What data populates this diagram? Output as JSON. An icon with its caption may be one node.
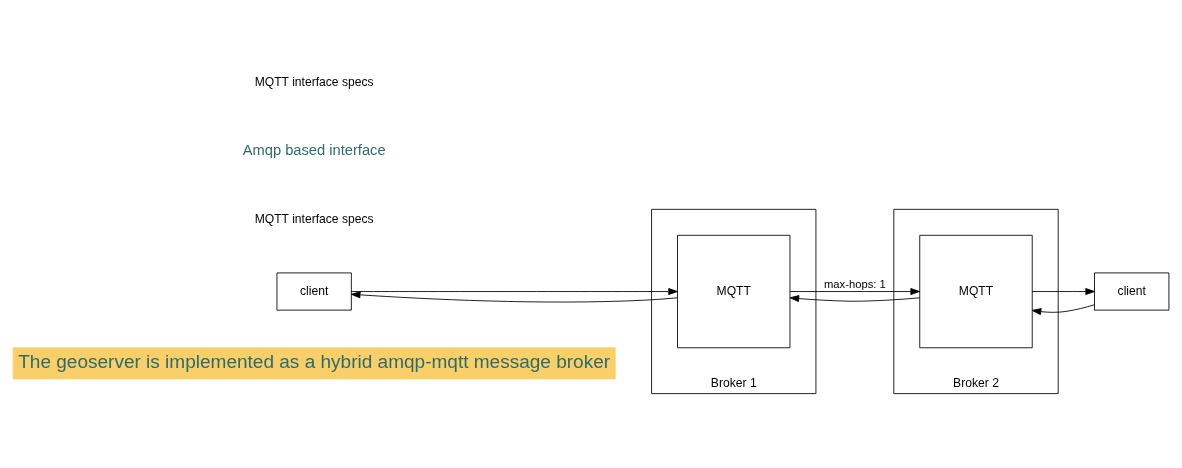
{
  "diagram": {
    "nodes": [
      {
        "text": [
          "The geoserver is implemented as a hybrid amqp-mqtt message broker"
        ]
      },
      {
        "text": [
          "client"
        ]
      },
      {
        "text": [
          "Broker 1"
        ]
      },
      {
        "text": [
          "MQTT"
        ],
        "in": 2
      },
      {
        "text": [
          "Broker 2"
        ]
      },
      {
        "text": [
          "MQTT"
        ],
        "in": 4
      },
      {
        "text": [
          "client"
        ]
      }
    ],
    "edges": [
      {
        "from": 1,
        "to": 3,
        "arrow": "to"
      },
      {
        "from": 3,
        "to": 1,
        "arrow": "to"
      },
      {
        "from": 3,
        "to": 5,
        "arrow": "to",
        "label": "max-hops: 1"
      },
      {
        "from": 5,
        "to": 3,
        "arrow": "to"
      },
      {
        "from": 6,
        "to": 5,
        "arrow": "to"
      },
      {
        "from": 5,
        "to": 6,
        "arrow": "to"
      }
    ],
    "labels": [
      "MQTT interface specs",
      "Amqp based interface",
      "MQTT interface specs"
    ]
  }
}
